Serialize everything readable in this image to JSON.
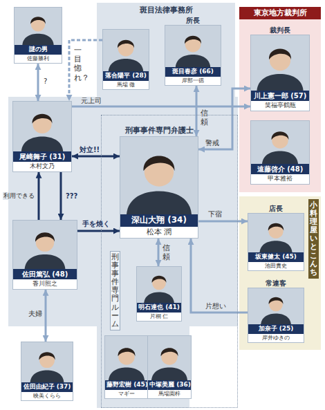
{
  "diagram": {
    "nodes": [
      {
        "text": [
          "謎の男",
          "佐藤勝利"
        ]
      },
      {
        "text": [
          "斑目法律事務所"
        ]
      },
      {
        "text": [
          "落合陽平 (28)",
          "馬場 徹"
        ],
        "in": 1
      },
      {
        "text": [
          "所長",
          "斑目春彦 (66)",
          "岸部一徳"
        ],
        "in": 1
      },
      {
        "text": [
          "東京地方裁判所"
        ]
      },
      {
        "text": [
          "裁判長",
          "川上憲一郎 (57)",
          "笑福亭鶴瓶"
        ],
        "in": 4
      },
      {
        "text": [
          "遠藤啓介 (48)",
          "甲本雅裕"
        ],
        "in": 4
      },
      {
        "text": [
          "尾崎舞子 (31)",
          "木村文乃"
        ]
      },
      {
        "text": [
          "佐田篤弘 (48)",
          "香川照之"
        ]
      },
      {
        "text": [
          "刑事事件専門ルーム"
        ]
      },
      {
        "text": [
          "刑事事件専門弁護士",
          "深山大翔 (34)",
          "松本 潤"
        ],
        "in": 9
      },
      {
        "text": [
          "明石達也 (41)",
          "片桐 仁"
        ],
        "in": 9
      },
      {
        "text": [
          "藤野宏樹 (45)",
          "マギー"
        ],
        "in": 9
      },
      {
        "text": [
          "中塚美麗 (36)",
          "馬場園梓"
        ],
        "in": 9
      },
      {
        "text": [
          "佐田由紀子 (37)",
          "映美くらら"
        ]
      },
      {
        "text": [
          "小料理屋いとこんち"
        ]
      },
      {
        "text": [
          "店長",
          "坂東健太 (45)",
          "池田貴史"
        ],
        "in": 15
      },
      {
        "text": [
          "常連客",
          "加奈子 (25)",
          "岸井ゆきの"
        ],
        "in": 15
      }
    ],
    "edges": [
      {
        "from": 0,
        "to": 7,
        "label": "?",
        "arrow": "both"
      },
      {
        "from": 2,
        "to": 7,
        "label": "一目惚れ？",
        "arrow": "to"
      },
      {
        "from": 3,
        "to": 10,
        "label": "信頼",
        "arrow": "both"
      },
      {
        "from": 7,
        "to": 5,
        "label": "元上司",
        "arrow": "to"
      },
      {
        "from": 10,
        "to": 5,
        "label": "警戒",
        "arrow": "both"
      },
      {
        "from": 7,
        "to": 10,
        "label": "対立!!",
        "arrow": "both"
      },
      {
        "from": 8,
        "to": 7,
        "label": "利用できる",
        "arrow": "to"
      },
      {
        "from": 7,
        "to": 8,
        "label": "???",
        "arrow": "to"
      },
      {
        "from": 8,
        "to": 10,
        "label": "手を焼く",
        "arrow": "to"
      },
      {
        "from": 10,
        "to": 11,
        "label": "信頼",
        "arrow": "both"
      },
      {
        "from": 8,
        "to": 14,
        "label": "夫婦",
        "arrow": "both"
      },
      {
        "from": 10,
        "to": 16,
        "label": "下宿",
        "arrow": "to"
      },
      {
        "from": 17,
        "to": 10,
        "label": "片想い",
        "arrow": "to"
      }
    ]
  }
}
